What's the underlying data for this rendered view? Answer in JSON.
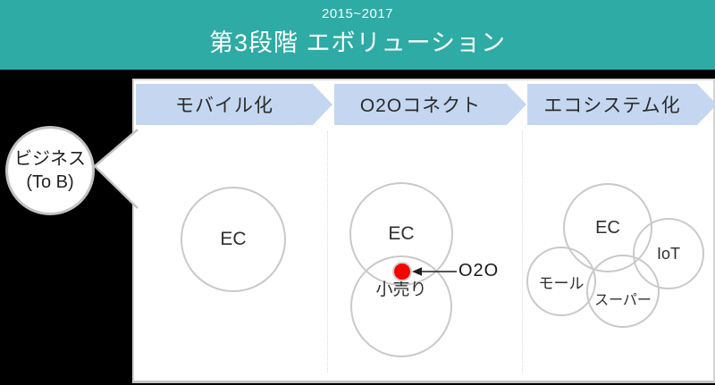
{
  "header": {
    "period": "2015~2017",
    "title": "第3段階 エボリューション"
  },
  "callout": {
    "line1": "ビジネス",
    "line2": "(To B)"
  },
  "stages": [
    {
      "label": "モバイル化"
    },
    {
      "label": "O2Oコネクト"
    },
    {
      "label": "エコシステム化"
    }
  ],
  "columns": [
    {
      "stage": "モバイル化",
      "circles": [
        {
          "label": "EC"
        }
      ]
    },
    {
      "stage": "O2Oコネクト",
      "circles": [
        {
          "label": "EC"
        },
        {
          "label": "小売り"
        }
      ],
      "marker": {
        "label": "O2O",
        "color": "#FF0000"
      }
    },
    {
      "stage": "エコシステム化",
      "circles": [
        {
          "label": "EC"
        },
        {
          "label": "IoT"
        },
        {
          "label": "モール"
        },
        {
          "label": "スーパー"
        }
      ]
    }
  ],
  "colors": {
    "header_teal": "#2DABA4",
    "banner_blue": "#C5D7F0",
    "circle_border": "#C9C9C9",
    "marker_red": "#FF0000",
    "background": "#000000"
  }
}
